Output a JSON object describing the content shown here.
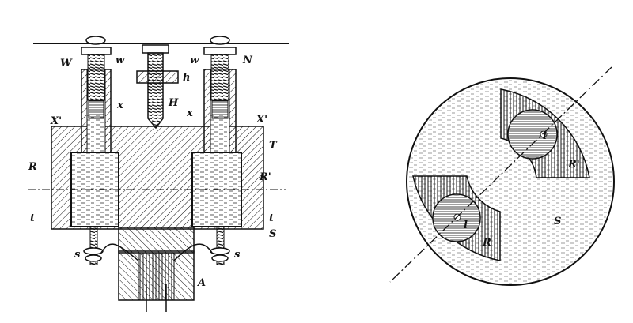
{
  "figure_left": {
    "labels": {
      "W": "W",
      "w_left": "w",
      "h": "h",
      "w_right": "w",
      "N": "N",
      "H": "H",
      "x_left": "x",
      "x_right": "x",
      "X1_left": "X'",
      "X1_right": "X'",
      "T": "T",
      "R": "R",
      "R1": "R'",
      "t_left": "t",
      "t_right": "t",
      "S": "S",
      "s_left": "s",
      "s_right": "s",
      "A": "A"
    }
  },
  "figure_right": {
    "labels": {
      "l_top": "l",
      "R1": "R'",
      "S": "S",
      "l_bottom": "l",
      "R": "R"
    }
  },
  "colors": {
    "ink": "#111111",
    "paper": "#ffffff"
  }
}
